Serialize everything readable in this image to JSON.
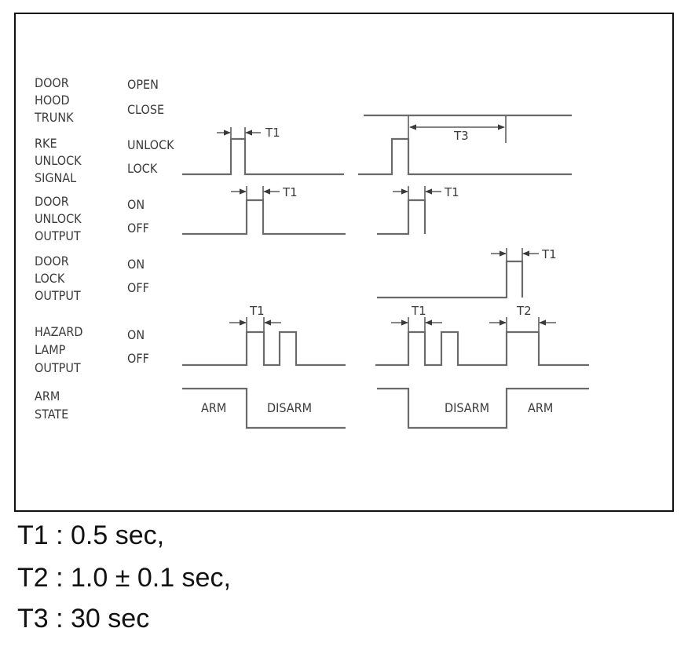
{
  "signals": [
    {
      "names": [
        "DOOR",
        "HOOD",
        "TRUNK"
      ],
      "states": [
        "OPEN",
        "CLOSE"
      ]
    },
    {
      "names": [
        "RKE",
        "UNLOCK",
        "SIGNAL"
      ],
      "states": [
        "UNLOCK",
        "LOCK"
      ]
    },
    {
      "names": [
        "DOOR",
        "UNLOCK",
        "OUTPUT"
      ],
      "states": [
        "ON",
        "OFF"
      ]
    },
    {
      "names": [
        "DOOR",
        "LOCK",
        "OUTPUT"
      ],
      "states": [
        "ON",
        "OFF"
      ]
    },
    {
      "names": [
        "HAZARD",
        "LAMP",
        "OUTPUT"
      ],
      "states": [
        "ON",
        "OFF"
      ]
    },
    {
      "names": [
        "ARM",
        "STATE"
      ],
      "states": []
    }
  ],
  "timing_marks": {
    "t1_rke": "T1",
    "t3": "T3",
    "t1_unlock_left": "T1",
    "t1_unlock_right": "T1",
    "t1_lock": "T1",
    "t1_hazard_left": "T1",
    "t1_hazard_right": "T1",
    "t2": "T2"
  },
  "state_text": {
    "arm_left": "ARM",
    "disarm_left": "DISARM",
    "disarm_right": "DISARM",
    "arm_right": "ARM"
  },
  "legend": [
    "T1 : 0.5 sec,",
    "T2 : 1.0 ± 0.1 sec,",
    "T3 : 30 sec"
  ]
}
